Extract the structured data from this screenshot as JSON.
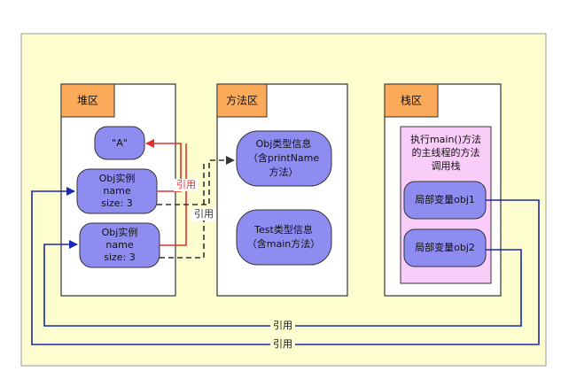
{
  "regions": {
    "heap": {
      "title": "堆区"
    },
    "method": {
      "title": "方法区"
    },
    "stack": {
      "title": "栈区"
    }
  },
  "heap": {
    "string_a": "\"A\"",
    "obj1": [
      "Obj实例",
      "name",
      "size: 3"
    ],
    "obj2": [
      "Obj实例",
      "name",
      "size: 3"
    ]
  },
  "method_area": {
    "obj_info": [
      "Obj类型信息",
      "（含printName",
      "方法）"
    ],
    "test_info": [
      "Test类型信息",
      "（含main方法）"
    ]
  },
  "stack_area": {
    "frame_title": [
      "执行main()方法",
      "的主线程的方法",
      "调用栈"
    ],
    "local1": "局部变量obj1",
    "local2": "局部变量obj2"
  },
  "edge_labels": {
    "name_ref": "引用",
    "class_ref": "引用",
    "obj1_ref": "引用",
    "obj2_ref": "引用"
  },
  "colors": {
    "canvas": "#fdfdd0",
    "header": "#fbaa5a",
    "node": "#8e8cf0",
    "stack_frame": "#f9ccf9",
    "red": "#e03030",
    "blue": "#1a28b0",
    "dark": "#333333"
  }
}
